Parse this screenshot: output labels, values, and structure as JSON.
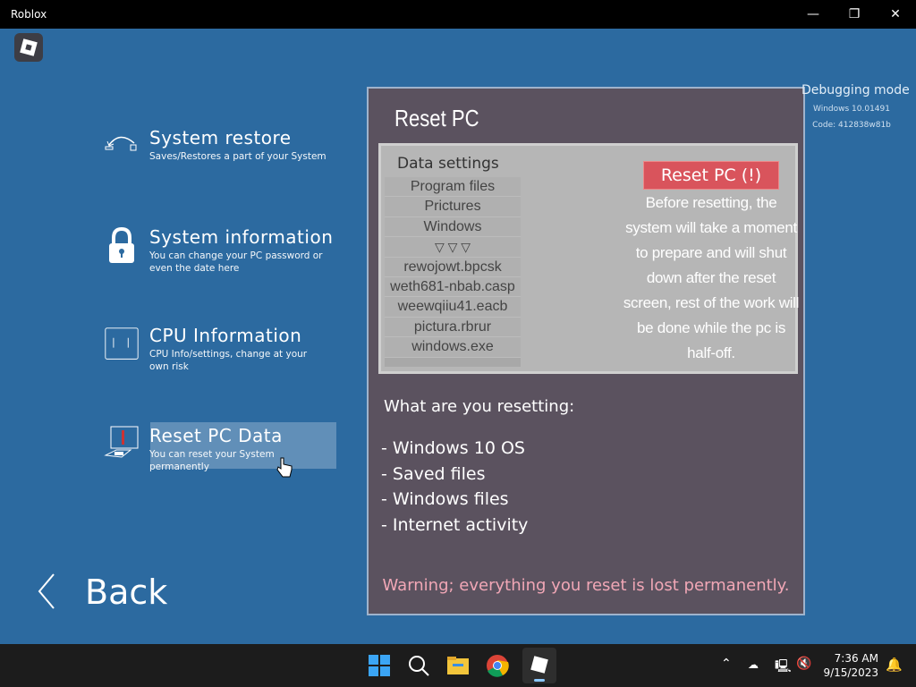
{
  "window": {
    "title": "Roblox",
    "minimize": "—",
    "maximize": "❐",
    "close": "✕"
  },
  "menu": [
    {
      "title": "System restore",
      "subtitle": "Saves/Restores a part of your System"
    },
    {
      "title": "System information",
      "subtitle": "You can change your PC password or even the date here"
    },
    {
      "title": "CPU Information",
      "subtitle": "CPU Info/settings, change at your own risk"
    },
    {
      "title": "Reset PC Data",
      "subtitle": "You can reset your System permanently"
    }
  ],
  "back": {
    "arrow": "〈",
    "label": "Back"
  },
  "panel": {
    "title": "Reset PC",
    "data_settings": "Data settings",
    "list": [
      "Program files",
      "Prictures",
      "Windows",
      "▽  ▽  ▽",
      "rewojowt.bpcsk",
      "weth681-nbab.casp",
      "weewqiiu41.eacb",
      "pictura.rbrur",
      "windows.exe"
    ],
    "reset_button": "Reset PC (!)",
    "description": "Before resetting, the system will take a moment to prepare and will shut down after the reset screen, rest of the work will be done while the pc is half-off.",
    "question": "What are you resetting:",
    "items": [
      "- Windows 10 OS",
      "- Saved files",
      "- Windows files",
      "- Internet activity"
    ],
    "warning": "Warning; everything you reset is lost permanently."
  },
  "debug": {
    "title": "Debugging mode",
    "version": "Windows 10.01491",
    "code": "Code: 412838w81b"
  },
  "taskbar": {
    "time": "7:36 AM",
    "date": "9/15/2023"
  }
}
